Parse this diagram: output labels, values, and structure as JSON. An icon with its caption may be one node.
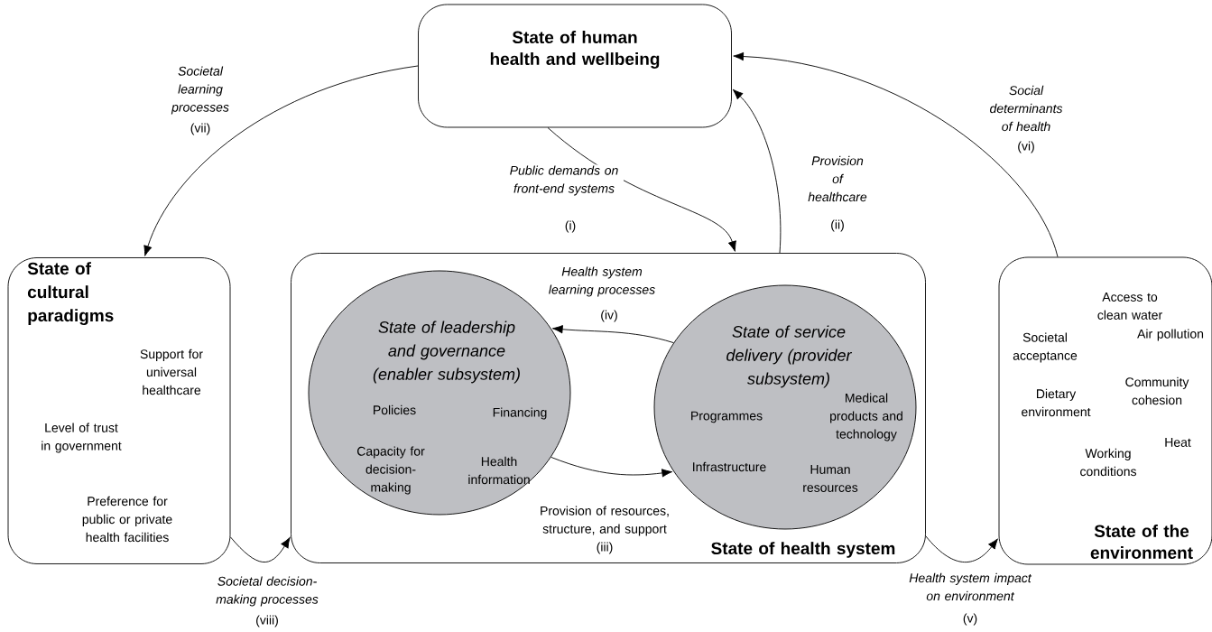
{
  "diagram": {
    "nodes": [
      {
        "text": [
          "State of human health and wellbeing"
        ]
      },
      {
        "text": [
          "State of cultural paradigms",
          "Support for universal healthcare",
          "Level of trust in government",
          "Preference for public or private health facilities"
        ]
      },
      {
        "text": [
          "State of health system"
        ]
      },
      {
        "text": [
          "State of leadership and governance (enabler subsystem)",
          "Policies",
          "Financing",
          "Capacity for decision-making",
          "Health information"
        ],
        "in": 2
      },
      {
        "text": [
          "State of service delivery (provider subsystem)",
          "Programmes",
          "Medical products and technology",
          "Infrastructure",
          "Human resources"
        ],
        "in": 2
      },
      {
        "text": [
          "Access to clean water",
          "Societal acceptance",
          "Air pollution",
          "Dietary environment",
          "Community cohesion",
          "Heat",
          "Working conditions",
          "State of the environment"
        ]
      }
    ],
    "edges": [
      {
        "from": 0,
        "to": 1,
        "arrow": "to",
        "label": "Societal learning processes"
      },
      {
        "from": 0,
        "to": 2,
        "arrow": "to",
        "label": "Public demands on front-end systems"
      },
      {
        "from": 2,
        "to": 0,
        "arrow": "to",
        "label": "Provision of healthcare"
      },
      {
        "from": 5,
        "to": 0,
        "arrow": "to",
        "label": "Social determinants of health"
      },
      {
        "from": 4,
        "to": 3,
        "arrow": "to",
        "label": "Health system learning processes"
      },
      {
        "from": 3,
        "to": 4,
        "arrow": "to",
        "label": "Provision of resources, structure, and support"
      },
      {
        "from": 1,
        "to": 2,
        "arrow": "to",
        "label": "Societal decision-making processes"
      },
      {
        "from": 2,
        "to": 5,
        "arrow": "to",
        "label": "Health system impact on environment"
      }
    ],
    "labels": [
      "(vii)",
      "(vi)",
      "(i)",
      "(ii)",
      "(iv)",
      "(iii)",
      "(viii)",
      "(v)"
    ]
  }
}
